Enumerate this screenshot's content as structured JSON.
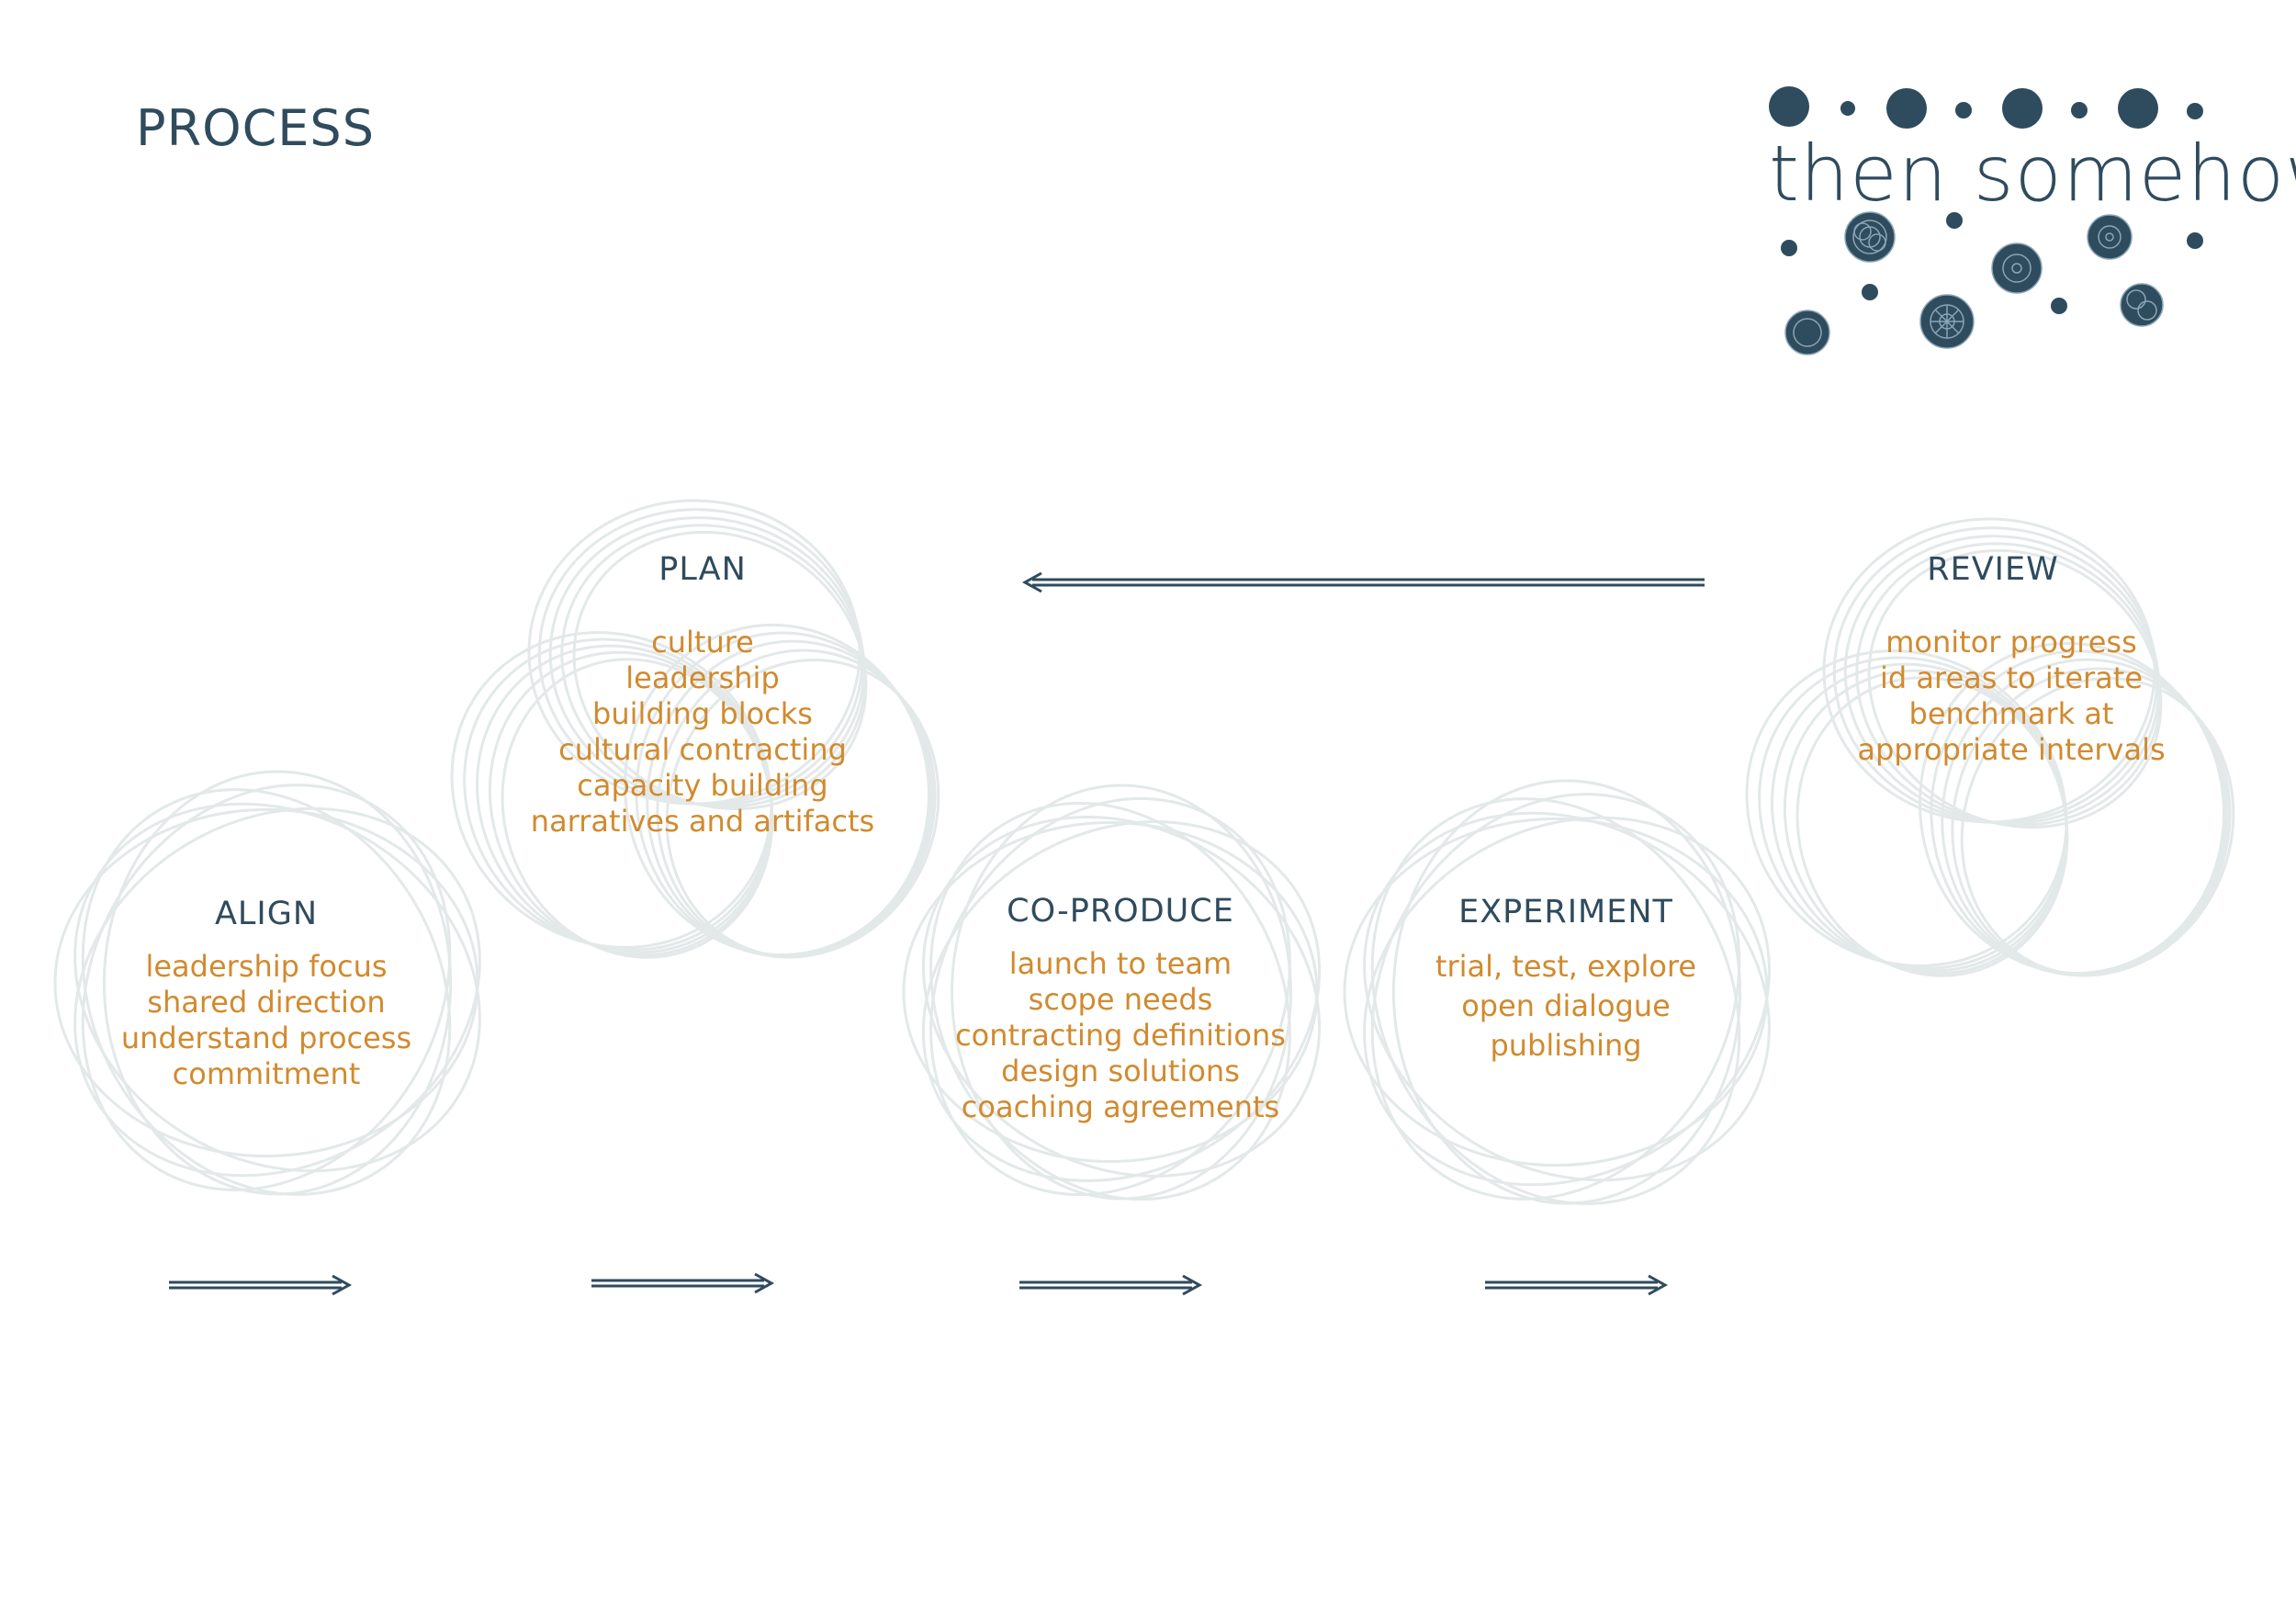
{
  "page": {
    "title": "PROCESS"
  },
  "logo": {
    "text": "then somehow"
  },
  "colors": {
    "navy": "#2f4b5e",
    "orange": "#d18a2e",
    "ring": "#e3e8e9"
  },
  "stages": {
    "align": {
      "title": "ALIGN",
      "items": [
        "leadership focus",
        "shared direction",
        "understand process",
        "commitment"
      ]
    },
    "plan": {
      "title": "PLAN",
      "items": [
        "culture",
        "leadership",
        "building blocks",
        "cultural contracting",
        "capacity building",
        "narratives and artifacts"
      ]
    },
    "coproduce": {
      "title": "CO-PRODUCE",
      "items": [
        "launch to team",
        "scope needs",
        "contracting definitions",
        "design solutions",
        "coaching agreements"
      ]
    },
    "experiment": {
      "title": "EXPERIMENT",
      "items": [
        "trial, test, explore",
        "open dialogue",
        "publishing"
      ]
    },
    "review": {
      "title": "REVIEW",
      "items": [
        "monitor progress",
        "id areas to iterate",
        "benchmark at",
        "appropriate intervals"
      ]
    }
  },
  "arrows": [
    "right",
    "right",
    "right",
    "right",
    "left"
  ]
}
